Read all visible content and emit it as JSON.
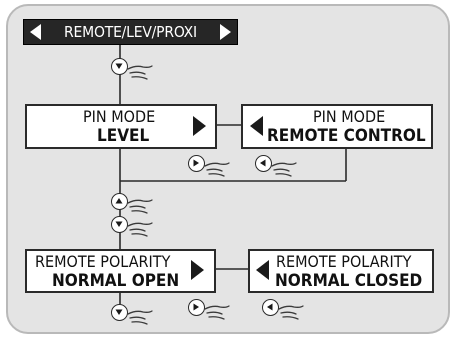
{
  "header": {
    "label": "REMOTE/LEV/PROXI"
  },
  "pin_mode_level": {
    "line1": "PIN MODE",
    "line2": "LEVEL"
  },
  "pin_mode_remote": {
    "line1": "PIN MODE",
    "line2": "REMOTE CONTROL"
  },
  "polarity_open": {
    "line1": "REMOTE POLARITY",
    "line2": "NORMAL OPEN"
  },
  "polarity_closed": {
    "line1": "REMOTE POLARITY",
    "line2": "NORMAL CLOSED"
  },
  "icons": {
    "button": "round-push-button-icon",
    "hand": "pointing-hand-icon",
    "directions": [
      "down",
      "up",
      "left",
      "right"
    ]
  },
  "colors": {
    "panel": "#e4e4e4",
    "header": "#262626",
    "box": "#ffffff",
    "line": "#2a2a2a"
  }
}
